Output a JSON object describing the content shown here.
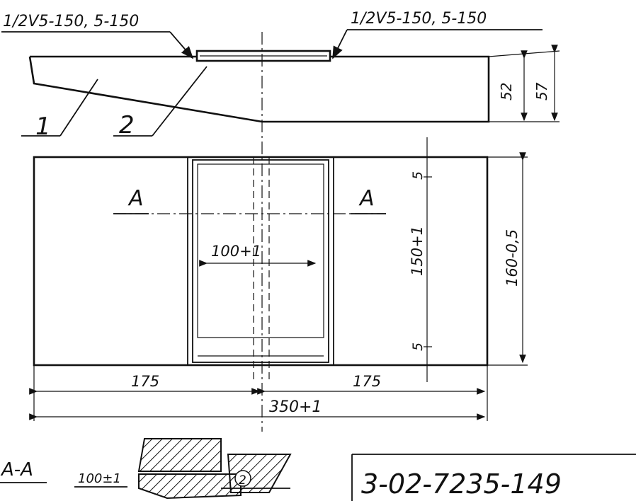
{
  "weld_left": "1/2V5-150, 5-150",
  "weld_right": "1/2V5-150, 5-150",
  "part_1": "1",
  "part_2": "2",
  "dim_52": "52",
  "dim_57": "57",
  "section_a_left": "A",
  "section_a_right": "A",
  "dim_100": "100+1",
  "dim_150": "150+1",
  "dim_5_top": "5",
  "dim_5_bottom": "5",
  "dim_160": "160-0,5",
  "dim_175_left": "175",
  "dim_175_right": "175",
  "dim_350": "350+1",
  "section_label": "A-A",
  "section_dim": "100±1",
  "section_part": "2",
  "drawing_number": "3-02-7235-149"
}
